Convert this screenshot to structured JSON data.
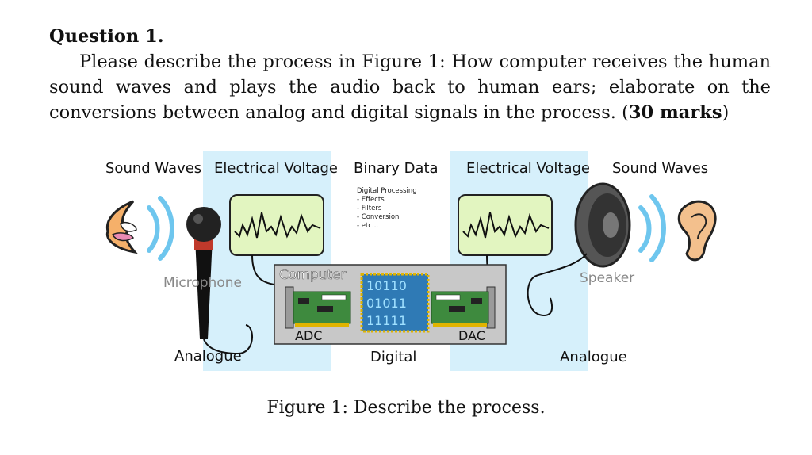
{
  "question": {
    "title": "Question 1.",
    "body_part1": "Please describe the process in Figure 1: How computer receives the human sound waves and plays the audio back to human ears; elaborate on the conversions between analog and digital signals in the process. (",
    "marks": "30 marks",
    "body_part2": ")"
  },
  "figure": {
    "headers": {
      "sound_waves_left": "Sound Waves",
      "electrical_voltage_left": "Electrical Voltage",
      "binary_data": "Binary Data",
      "electrical_voltage_right": "Electrical Voltage",
      "sound_waves_right": "Sound Waves"
    },
    "processing": {
      "title": "Digital Processing",
      "items": [
        "- Effects",
        "- Filters",
        "- Conversion",
        "- etc..."
      ]
    },
    "labels": {
      "microphone": "Microphone",
      "computer": "Computer",
      "speaker": "Speaker",
      "adc": "ADC",
      "dac": "DAC",
      "analogue_left": "Analogue",
      "digital": "Digital",
      "analogue_right": "Analogue"
    },
    "binary_lines": [
      "10110",
      "01011",
      "11111"
    ],
    "colors": {
      "analog_region": "#d6f0fb",
      "scope_screen": "#e2f5c0",
      "computer_box": "#c8c8c8",
      "chip": "#2f7ab5",
      "chip_text": "#9fe0ff",
      "board": "#3e8a3e",
      "lips": "#f5b06a",
      "sound_wave": "#6ec6ee"
    },
    "caption": "Figure 1: Describe the process."
  }
}
